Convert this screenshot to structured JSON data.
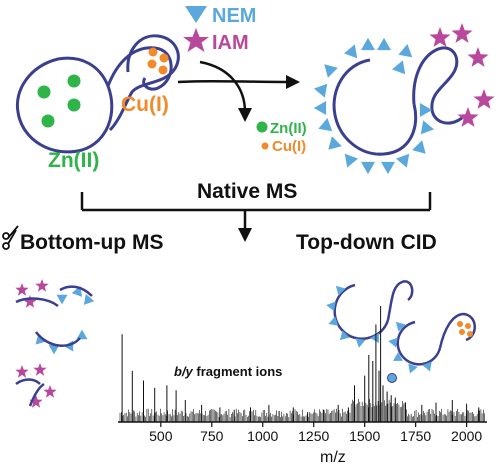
{
  "reagents": {
    "nem_label": "NEM",
    "iam_label": "IAM"
  },
  "metals": {
    "zn_label": "Zn(II)",
    "cu_label": "Cu(I)",
    "zn_released": "Zn(II)",
    "cu_released": "Cu(I)"
  },
  "workflow": {
    "native_ms": "Native MS",
    "bottom_up": "Bottom-up MS",
    "top_down": "Top-down CID",
    "fragment_label_prefix": "b/y",
    "fragment_label_suffix": " fragment ions"
  },
  "colors": {
    "protein": "#3b3f8f",
    "nem": "#5aa8dc",
    "iam": "#b9479c",
    "zinc": "#2fb44a",
    "copper": "#f28a2a",
    "text": "#111111"
  },
  "icons": [
    "scissors-icon",
    "triangle-icon",
    "star-icon",
    "arrow-icon"
  ],
  "chart_data": {
    "type": "line",
    "xlabel": "m/z",
    "ylabel": "",
    "xlim": [
      290,
      2100
    ],
    "ylim": [
      0,
      1
    ],
    "xticks": [
      500,
      750,
      1000,
      1250,
      1500,
      1750,
      2000
    ],
    "series": [
      {
        "x": [
          310,
          360,
          415,
          470,
          530,
          575,
          620,
          700,
          790,
          860,
          940,
          1030,
          1080,
          1150,
          1220,
          1300,
          1370,
          1420,
          1450,
          1500,
          1520,
          1540,
          1555,
          1570,
          1578,
          1590,
          1610,
          1630,
          1650,
          1700,
          1780,
          1850,
          1930,
          2000,
          2060
        ],
        "y": [
          0.72,
          0.42,
          0.34,
          0.28,
          0.3,
          0.26,
          0.18,
          0.14,
          0.12,
          0.1,
          0.12,
          0.14,
          0.09,
          0.12,
          0.08,
          0.1,
          0.14,
          0.12,
          0.3,
          0.38,
          0.55,
          0.5,
          0.8,
          0.42,
          0.95,
          0.3,
          0.25,
          0.22,
          0.2,
          0.16,
          0.14,
          0.16,
          0.18,
          0.15,
          0.12
        ]
      }
    ]
  }
}
